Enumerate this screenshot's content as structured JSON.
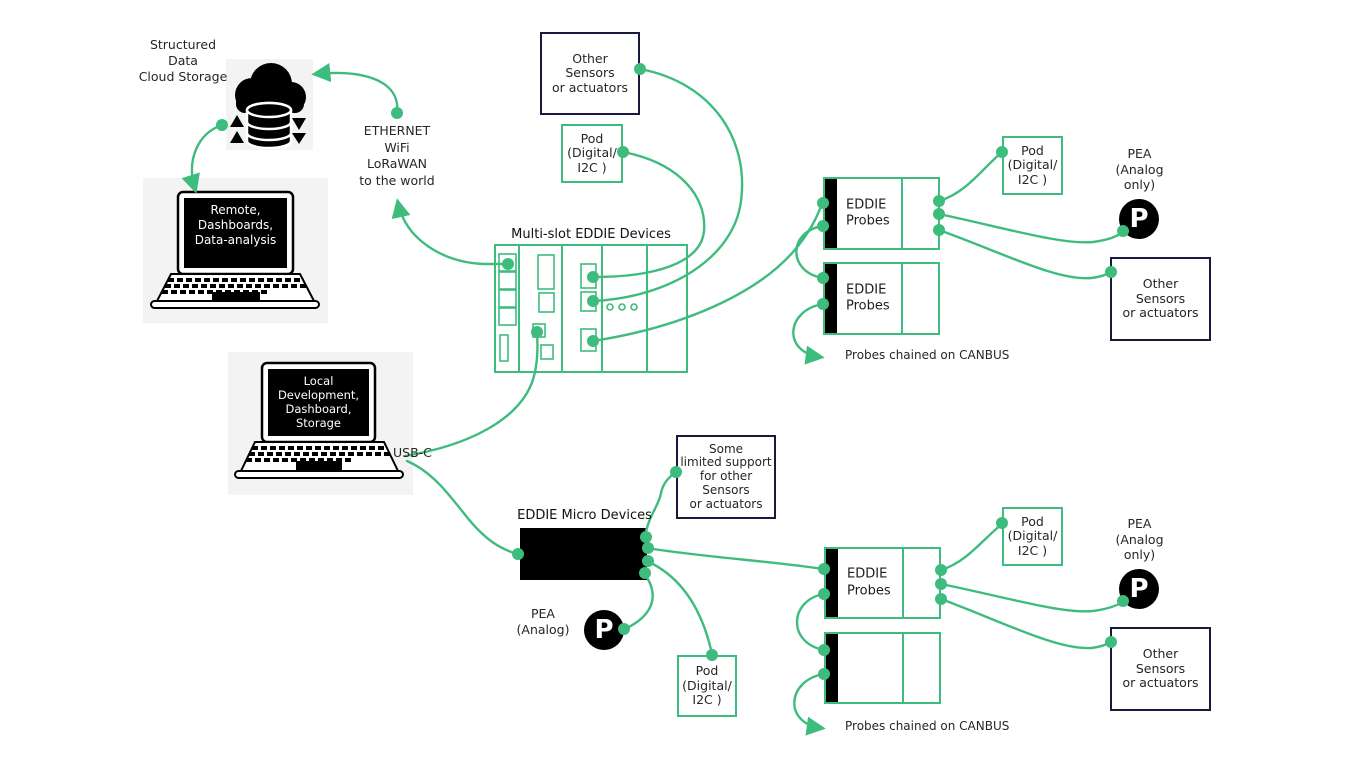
{
  "colors": {
    "accent_green": "#3ebc7e",
    "navy_border": "#171a3c",
    "black": "#000000",
    "card_gray": "#f3f3f3",
    "text": "#262626",
    "white": "#ffffff"
  },
  "labels": {
    "cloud_storage": [
      "Structured",
      "Data",
      "Cloud Storage"
    ],
    "network": [
      "ETHERNET",
      "WiFi",
      "LoRaWAN",
      "to the world"
    ],
    "laptop_remote": [
      "Remote,",
      "Dashboards,",
      "Data-analysis"
    ],
    "laptop_local": [
      "Local",
      "Development,",
      "Dashboard,",
      "Storage"
    ],
    "usb_c": "USB-C",
    "multislot_title": "Multi-slot EDDIE Devices",
    "micro_title": "EDDIE Micro Devices",
    "canbus_note": "Probes chained on CANBUS",
    "other_sensors": [
      "Other",
      "Sensors",
      "or actuators"
    ],
    "pod": [
      "Pod",
      "(Digital/",
      "I2C )"
    ],
    "eddie_probes": [
      "EDDIE",
      "Probes"
    ],
    "limited_support": [
      "Some",
      "limited support",
      "for other",
      "Sensors",
      "or actuators"
    ],
    "pea_analog_only": [
      "PEA",
      "(Analog",
      "only)"
    ],
    "pea_analog": [
      "PEA",
      "(Analog)"
    ],
    "pea_letter": "P"
  }
}
